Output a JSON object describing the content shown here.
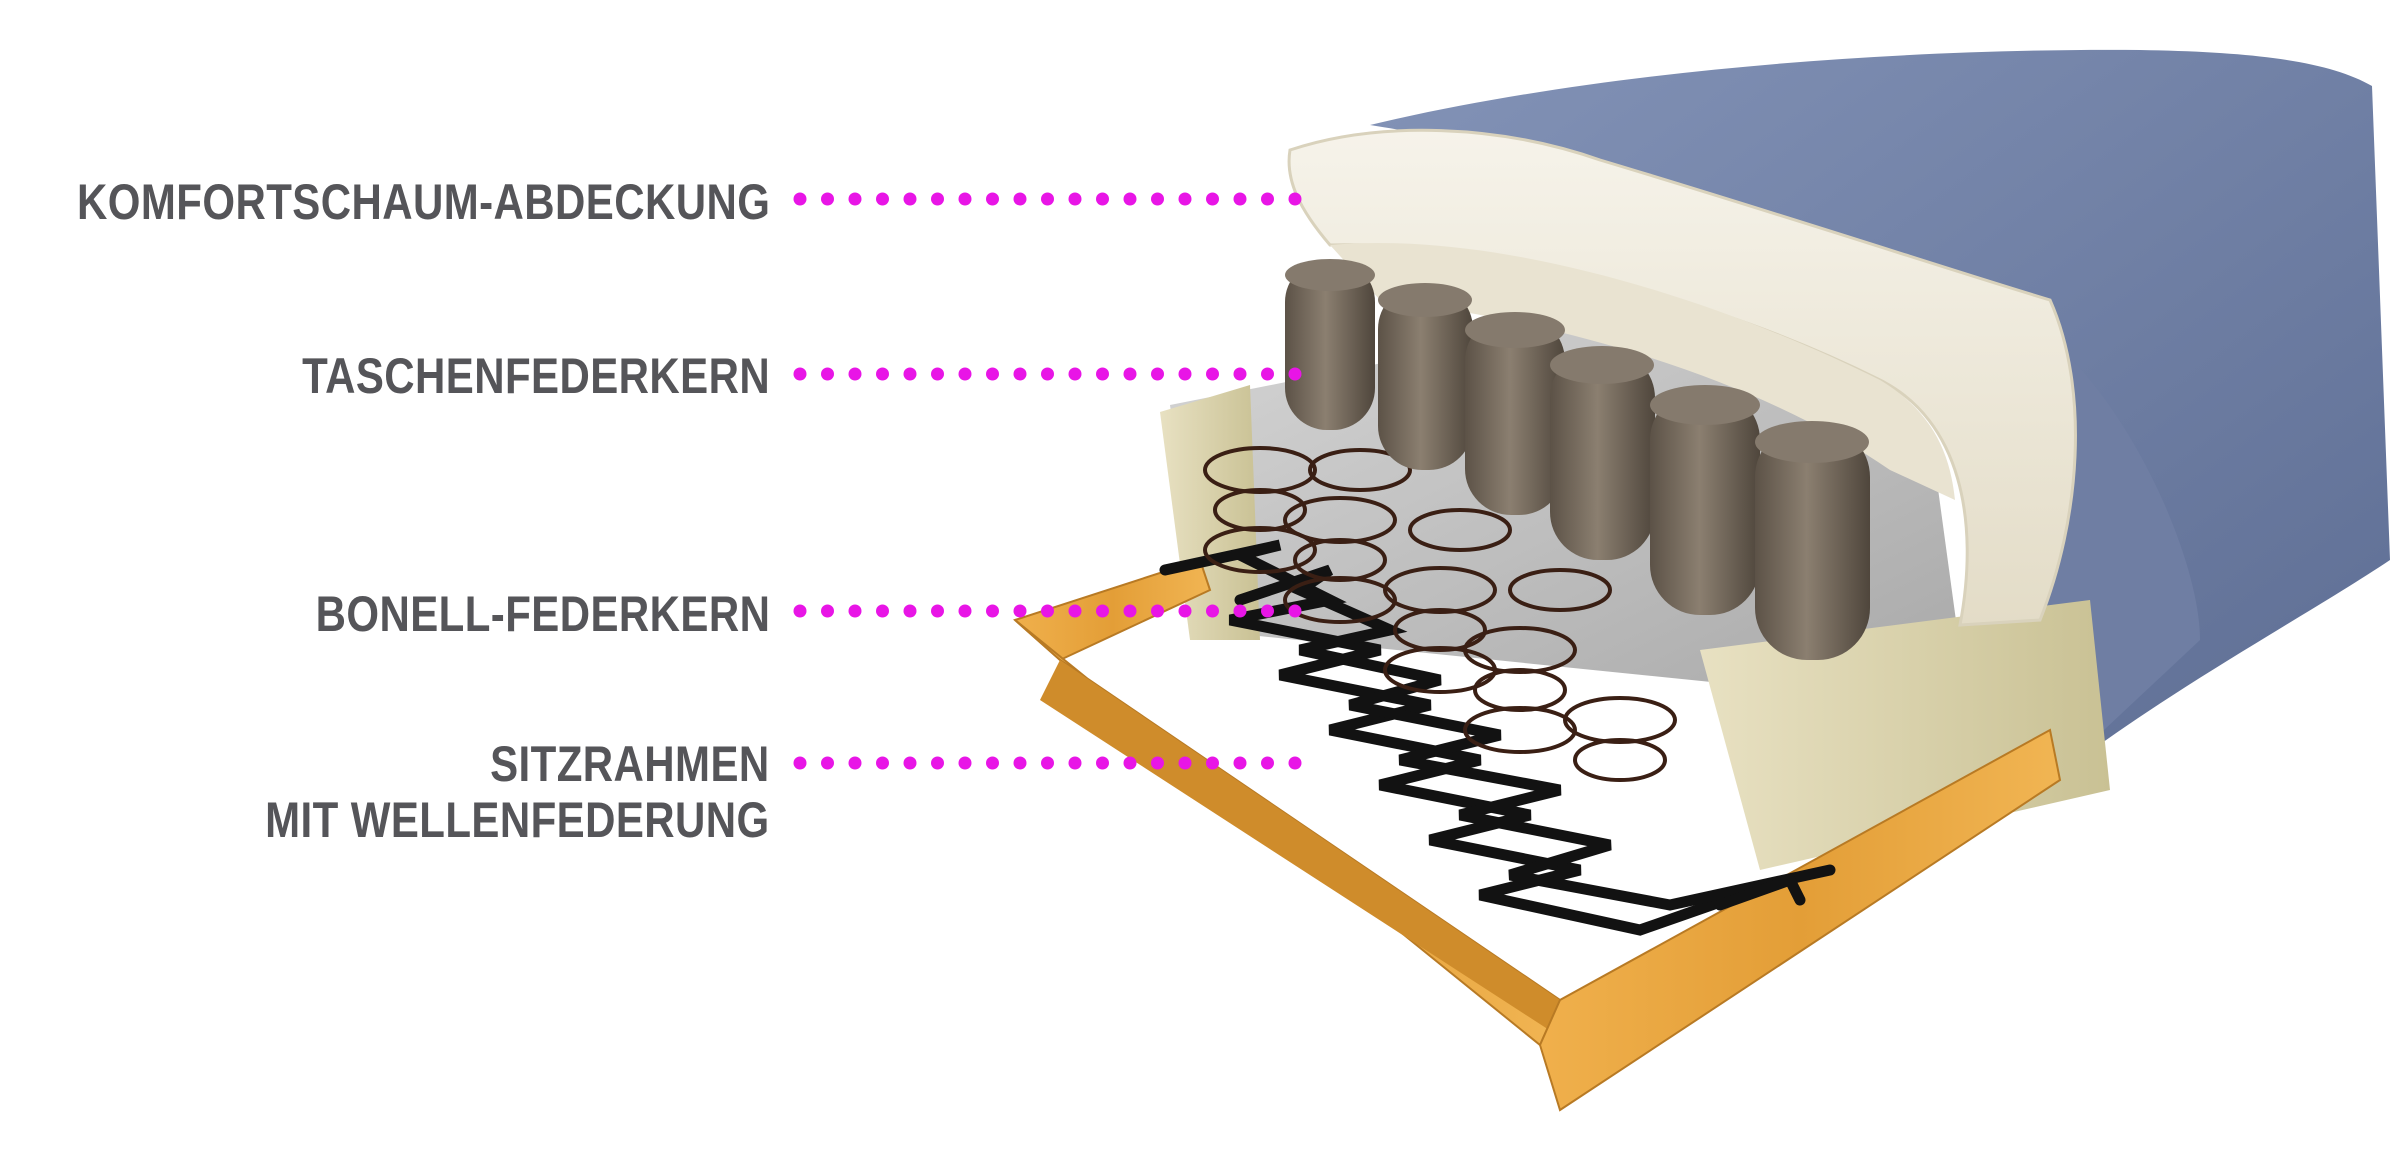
{
  "colors": {
    "label_text": "#555559",
    "leader_dots": "#e815e6",
    "upholstery": "#6d7da3",
    "foam_top": "#f0ece1",
    "foam_side": "#ddd6b0",
    "pocket_spring": "#6c6155",
    "felt": "#bfbfbf",
    "bonnell_wire": "#3a1f14",
    "wave_spring": "#111111",
    "wood_frame": "#e09d38"
  },
  "labels": [
    {
      "lines": [
        "KOMFORTSCHAUM-ABDECKUNG"
      ]
    },
    {
      "lines": [
        "TASCHENFEDERKERN"
      ]
    },
    {
      "lines": [
        "BONELL-FEDERKERN"
      ]
    },
    {
      "lines": [
        "SITZRAHMEN",
        "MIT WELLENFEDERUNG"
      ]
    }
  ]
}
